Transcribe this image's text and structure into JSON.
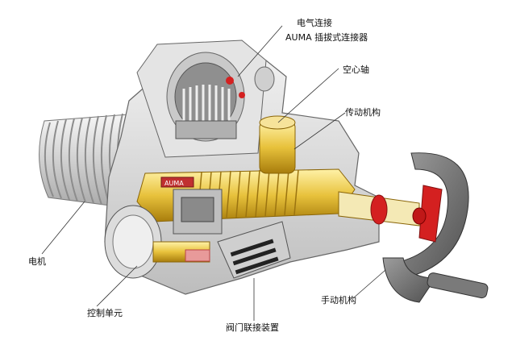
{
  "labels": {
    "electrical_connection": "电气连接",
    "auma_connector": "AUMA 插拔式连接器",
    "hollow_shaft": "空心轴",
    "transmission": "传动机构",
    "motor": "电机",
    "manual_mechanism": "手动机构",
    "control_unit": "控制单元",
    "valve_connection": "阀门联接装置"
  },
  "nameplate_text": "AUMA",
  "colors": {
    "housing": "#d9d9d9",
    "housing_dark": "#9a9a9a",
    "gears": "#e8c23c",
    "gears_dark": "#b58a12",
    "handwheel": "#6f6f6f",
    "red_parts": "#d42020",
    "leader_lines": "#333333"
  }
}
